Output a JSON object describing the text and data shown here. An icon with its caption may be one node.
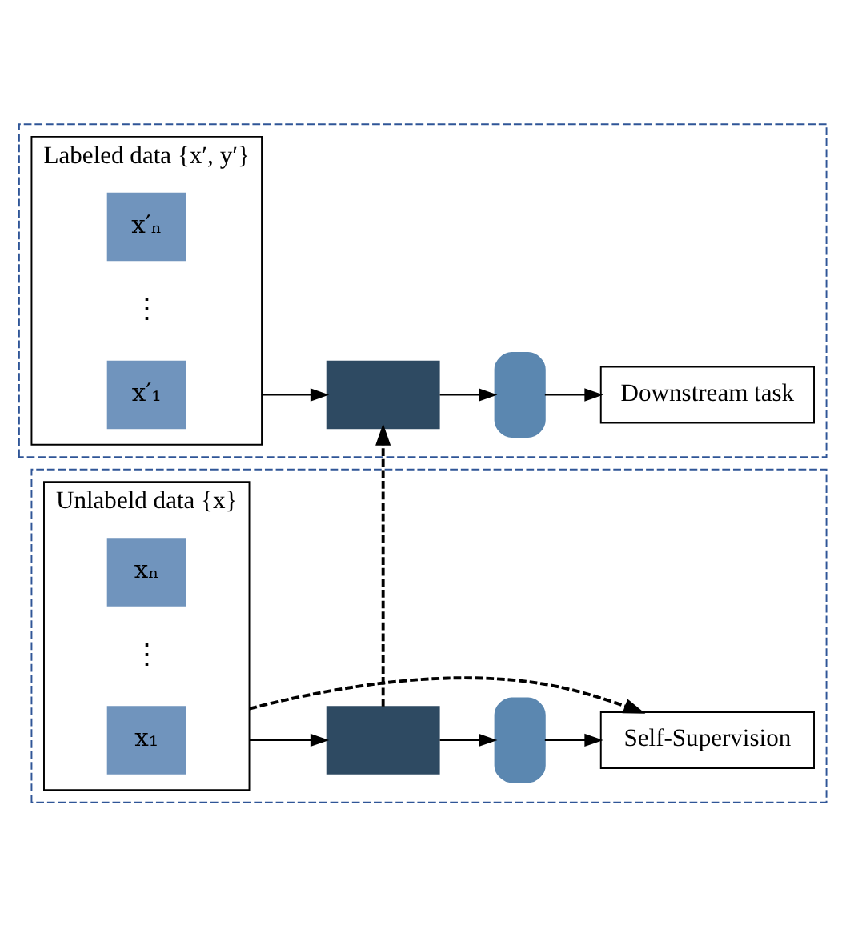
{
  "diagram": {
    "nodes": [
      {
        "text": [],
        "shape": "box"
      },
      {
        "text": [
          "Unlabeld data {x}"
        ],
        "in": 0
      },
      {
        "text": [
          "x₁"
        ],
        "in": 1
      },
      {
        "text": [
          "xₙ"
        ],
        "in": 1
      },
      {
        "text": [],
        "shape": "trapezoid",
        "in": 0
      },
      {
        "text": [],
        "shape": "box",
        "in": 0
      },
      {
        "text": [
          "Self-Supervision"
        ],
        "in": 0
      },
      {
        "text": [],
        "shape": "box"
      },
      {
        "text": [
          "Labeled data {x′, y′}"
        ],
        "in": 7
      },
      {
        "text": [
          "x′₁"
        ],
        "in": 8
      },
      {
        "text": [
          "x′ₙ"
        ],
        "in": 8
      },
      {
        "text": [],
        "shape": "trapezoid",
        "in": 7
      },
      {
        "text": [],
        "shape": "box",
        "in": 7
      },
      {
        "text": [
          "Downstream task"
        ],
        "in": 7
      }
    ],
    "edges": [
      {
        "from": 1,
        "to": 4,
        "arrow": "to"
      },
      {
        "from": 4,
        "to": 5,
        "arrow": "to"
      },
      {
        "from": 5,
        "to": 6,
        "arrow": "to"
      },
      {
        "from": 1,
        "to": 6,
        "arrow": "to",
        "style": "dashed"
      },
      {
        "from": 4,
        "to": 11,
        "arrow": "to",
        "style": "dashed"
      },
      {
        "from": 8,
        "to": 11,
        "arrow": "to"
      },
      {
        "from": 11,
        "to": 12,
        "arrow": "to"
      },
      {
        "from": 12,
        "to": 13,
        "arrow": "to"
      }
    ],
    "labels": [
      "⋮",
      "⋮"
    ]
  }
}
